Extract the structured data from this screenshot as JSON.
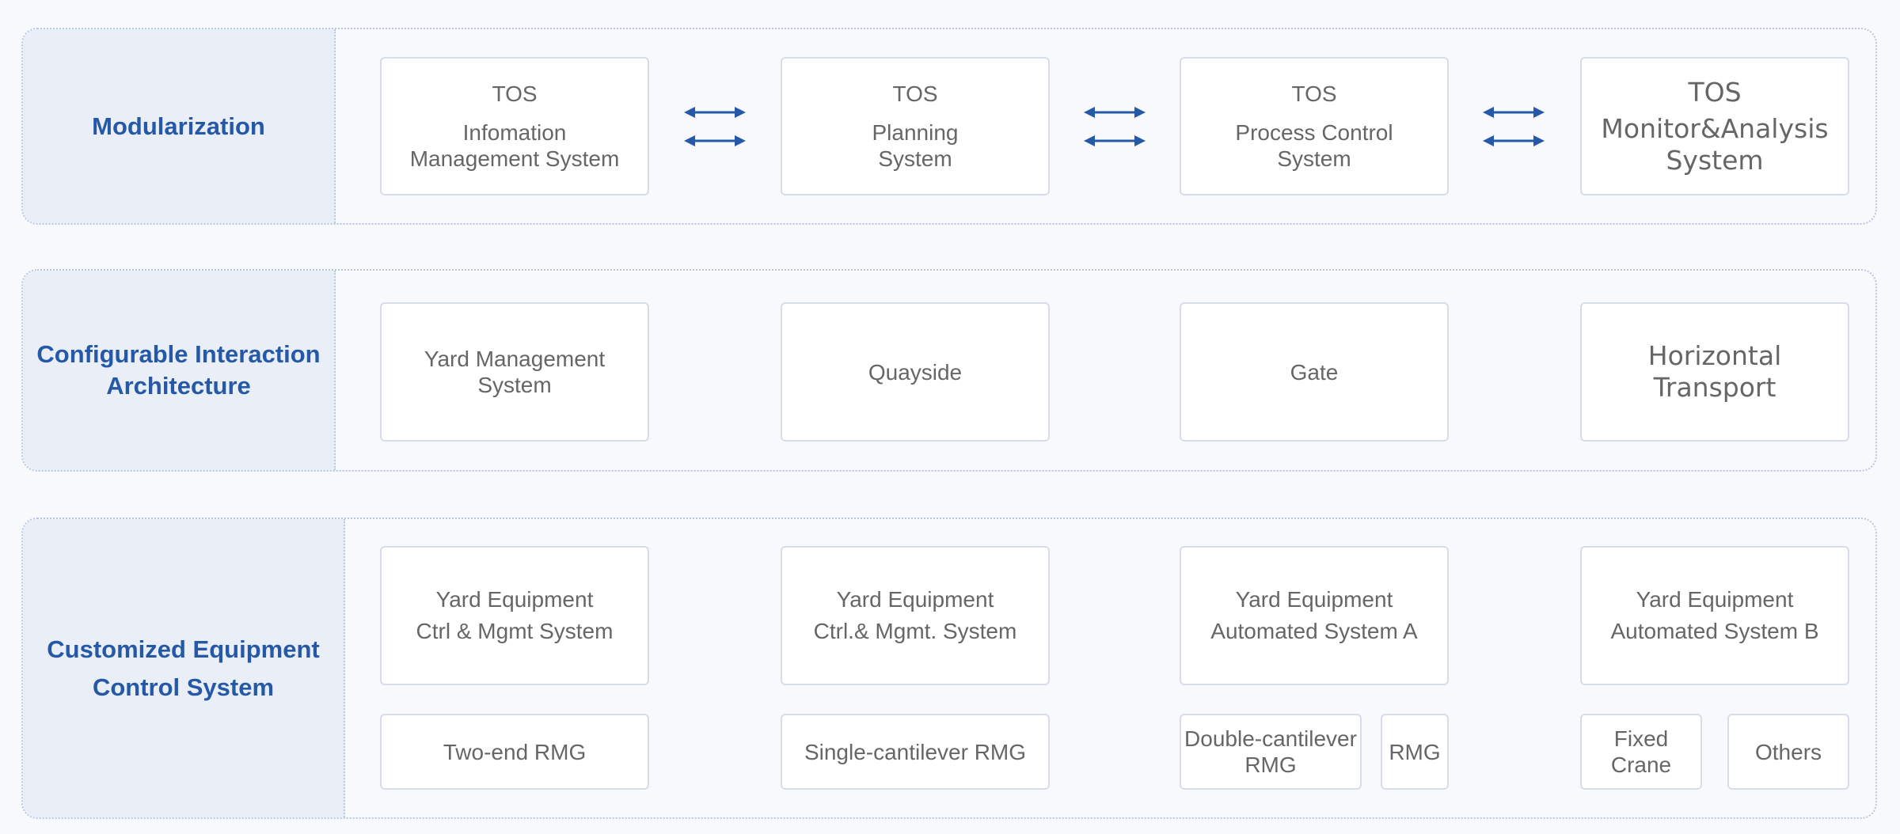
{
  "rows": [
    {
      "label": [
        "Modularization"
      ],
      "modules": [
        {
          "lines": [
            "TOS",
            "Infomation",
            "Management System"
          ]
        },
        {
          "lines": [
            "TOS",
            "Planning",
            "System"
          ]
        },
        {
          "lines": [
            "TOS",
            "Process Control",
            "System"
          ]
        },
        {
          "lines": [
            "TOS",
            "Monitor&Analysis",
            "System"
          ]
        }
      ]
    },
    {
      "label": [
        "Configurable Interaction",
        "Architecture"
      ],
      "modules": [
        {
          "lines": [
            "Yard Management",
            "System"
          ]
        },
        {
          "lines": [
            "Quayside"
          ]
        },
        {
          "lines": [
            "Gate"
          ]
        },
        {
          "lines": [
            "Horizontal",
            "Transport"
          ]
        }
      ]
    },
    {
      "label": [
        "Customized Equipment",
        "Control System"
      ],
      "modules": [
        {
          "lines": [
            "Yard Equipment",
            "Ctrl & Mgmt System"
          ]
        },
        {
          "lines": [
            "Yard Equipment",
            "Ctrl.& Mgmt. System"
          ]
        },
        {
          "lines": [
            "Yard Equipment",
            "Automated System A"
          ]
        },
        {
          "lines": [
            "Yard Equipment",
            "Automated System B"
          ]
        }
      ],
      "equipment": [
        {
          "lines": [
            "Two-end RMG"
          ]
        },
        {
          "lines": [
            "Single-cantilever RMG"
          ]
        },
        {
          "lines": [
            "Double-cantilever",
            "RMG"
          ]
        },
        {
          "lines": [
            "RMG"
          ]
        },
        {
          "lines": [
            "Fixed",
            "Crane"
          ]
        },
        {
          "lines": [
            "Others"
          ]
        }
      ]
    }
  ],
  "colors": {
    "accent": "#2559a8",
    "label_bg": "#e9eef7",
    "dotted_border": "#b9c8e2",
    "box_border": "#d6dde9",
    "text": "#666666"
  }
}
